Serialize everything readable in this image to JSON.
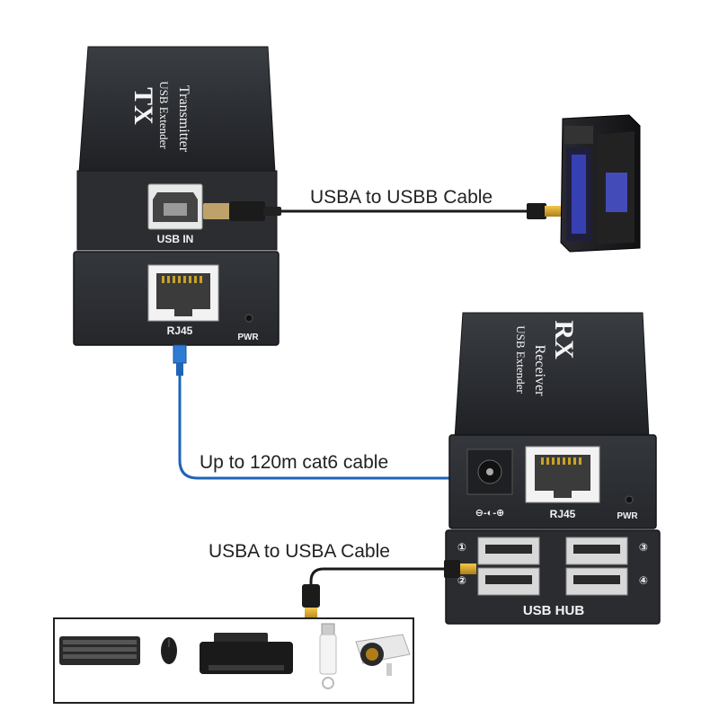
{
  "transmitter": {
    "badge": "TX",
    "line1": "USB Extender",
    "line2": "Transmitter",
    "port_usb": "USB IN",
    "port_rj45": "RJ45",
    "pwr": "PWR"
  },
  "receiver": {
    "badge": "RX",
    "line1": "USB Extender",
    "line2": "Receiver",
    "port_rj45": "RJ45",
    "pwr": "PWR",
    "dc_symbol": "⊖-◐-⊕",
    "hub_label": "USB  HUB",
    "port_numbers": [
      "①",
      "②",
      "③",
      "④"
    ]
  },
  "cables": {
    "usb_ab": "USBA to USBB Cable",
    "cat6": "Up to 120m cat6 cable",
    "usb_aa": "USBA to USBA Cable"
  },
  "colors": {
    "device_body": "#26282c",
    "device_panel": "#2e3034",
    "cat6_cable": "#1e64b8",
    "usb_cable": "#1a1a1a",
    "usb_tip": "#d9a62e"
  },
  "peripherals": [
    "keyboard-icon",
    "mouse-icon",
    "printer-icon",
    "usb-drive-icon",
    "camera-icon"
  ]
}
